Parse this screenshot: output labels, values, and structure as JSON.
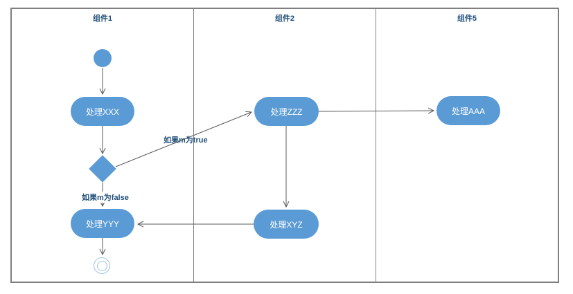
{
  "diagram": {
    "type": "uml-activity-diagram-with-swimlanes",
    "lanes": [
      {
        "label": "组件1"
      },
      {
        "label": "组件2"
      },
      {
        "label": "组件5"
      }
    ],
    "nodes": {
      "start": "start",
      "xxx": "处理XXX",
      "yyy": "处理YYY",
      "zzz": "处理ZZZ",
      "xyz": "处理XYZ",
      "aaa": "处理AAA",
      "decision": "decision",
      "end": "end"
    },
    "edge_labels": {
      "true_branch": "如果m为true",
      "false_branch": "如果m为false"
    },
    "colors": {
      "node_fill": "#5b9bd5",
      "node_text": "#ffffff",
      "lane_header_text": "#1f4e79",
      "edge_label_text": "#1f4e79",
      "edge_stroke": "#595959",
      "lane_border": "#7f7f7f",
      "end_node_ring": "#9dc3e6"
    }
  }
}
